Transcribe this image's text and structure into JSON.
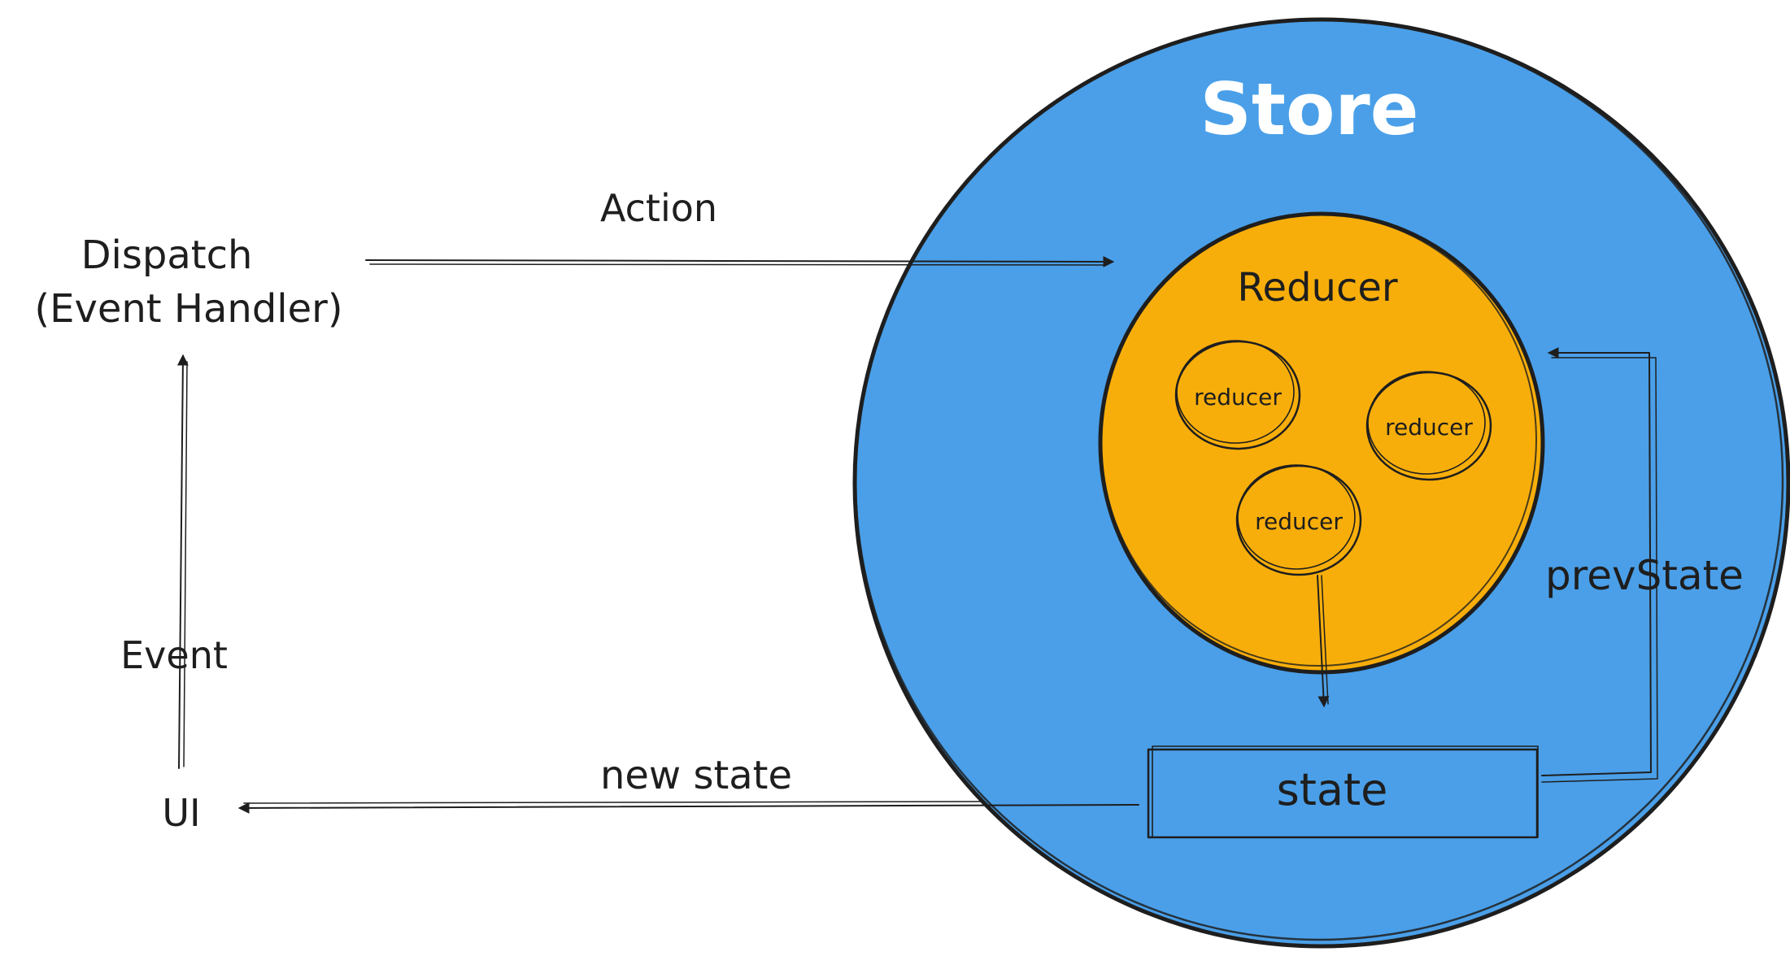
{
  "labels": {
    "store": "Store",
    "reducer": "Reducer",
    "sub_reducer_1": "reducer",
    "sub_reducer_2": "reducer",
    "sub_reducer_3": "reducer",
    "state": "state",
    "dispatch_line1": "Dispatch",
    "dispatch_line2": "(Event Handler)",
    "action": "Action",
    "event": "Event",
    "ui": "UI",
    "new_state": "new state",
    "prev_state": "prevState"
  },
  "colors": {
    "store_fill": "#4a9fe8",
    "reducer_fill": "#f8ae0a",
    "stroke": "#1e1e1e",
    "store_title": "#ffffff"
  }
}
